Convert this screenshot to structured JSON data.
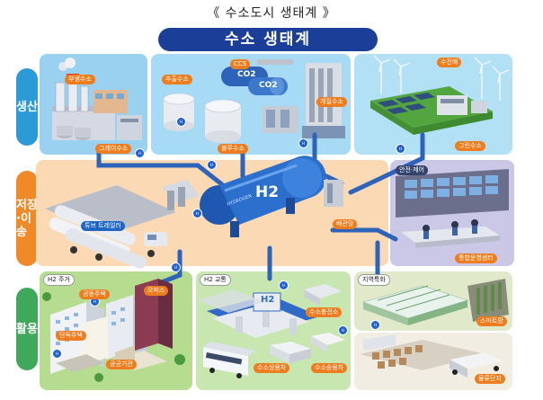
{
  "page_title": "《 수소도시 생태계 》",
  "banner_title": "수소 생태계",
  "stages": {
    "production": "생산",
    "storage": "저장·이송",
    "utilization": "활용"
  },
  "production_labels": {
    "byproduct": "부생수소",
    "grey": "그레이수소",
    "extracted": "추출수소",
    "ccs": "CCS",
    "co2_a": "CO2",
    "co2_b": "CO2",
    "reforming": "개질수소",
    "blue": "블루수소",
    "electrolysis": "수전해",
    "green": "그린수소"
  },
  "storage_labels": {
    "tube_trailer": "튜브 트레일러",
    "tank_text": "HYDROGEN",
    "tank_h2": "H2",
    "pipeline": "배관망",
    "safety_control": "안전·제어",
    "ops_center": "통합운영센터"
  },
  "utilization_labels": {
    "housing_title": "H2 주거",
    "public_housing": "공동주택",
    "office": "오피스",
    "detached": "단독주택",
    "public_org": "공공기관",
    "transport_title": "H2 교통",
    "station_h2": "H2",
    "charging": "수소충전소",
    "fcev": "수소상용차",
    "fc_car": "수소승용차",
    "regional_title": "지역특화",
    "smart_farm": "스마트팜",
    "logistics": "물류단지"
  },
  "colors": {
    "banner": "#1b3f98",
    "production": "#2b9ad6",
    "storage": "#f08a29",
    "utilization": "#40a85a",
    "pipe": "#2d63b8"
  }
}
